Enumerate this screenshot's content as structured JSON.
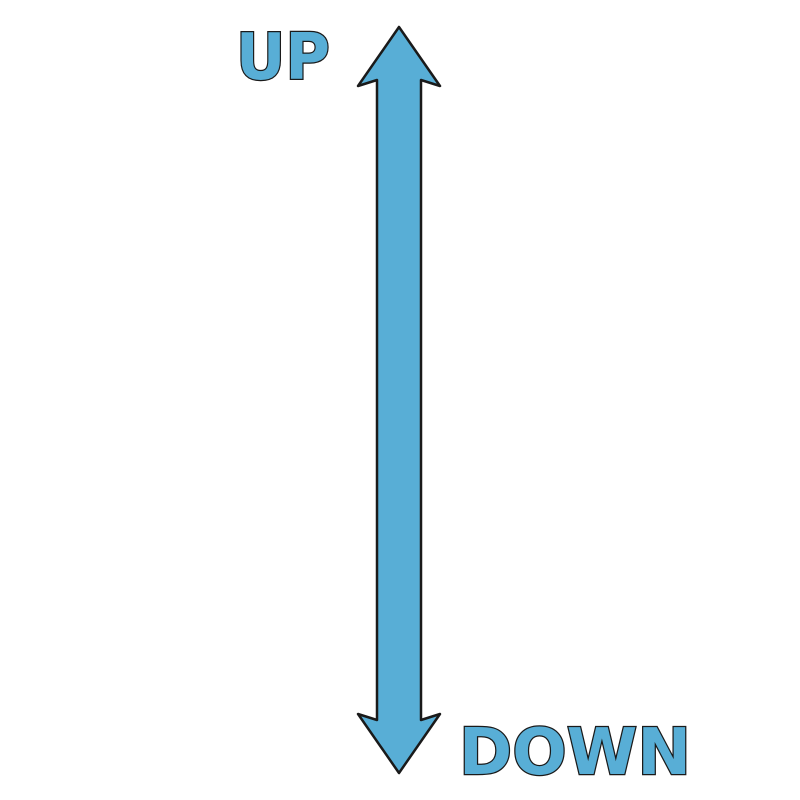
{
  "labels": {
    "up": "UP",
    "down": "DOWN"
  },
  "colors": {
    "fill": "#58AED6",
    "outline": "#1A1A1A",
    "background": "#FFFFFF"
  },
  "icons": {
    "arrow": "double-headed-vertical-arrow"
  }
}
